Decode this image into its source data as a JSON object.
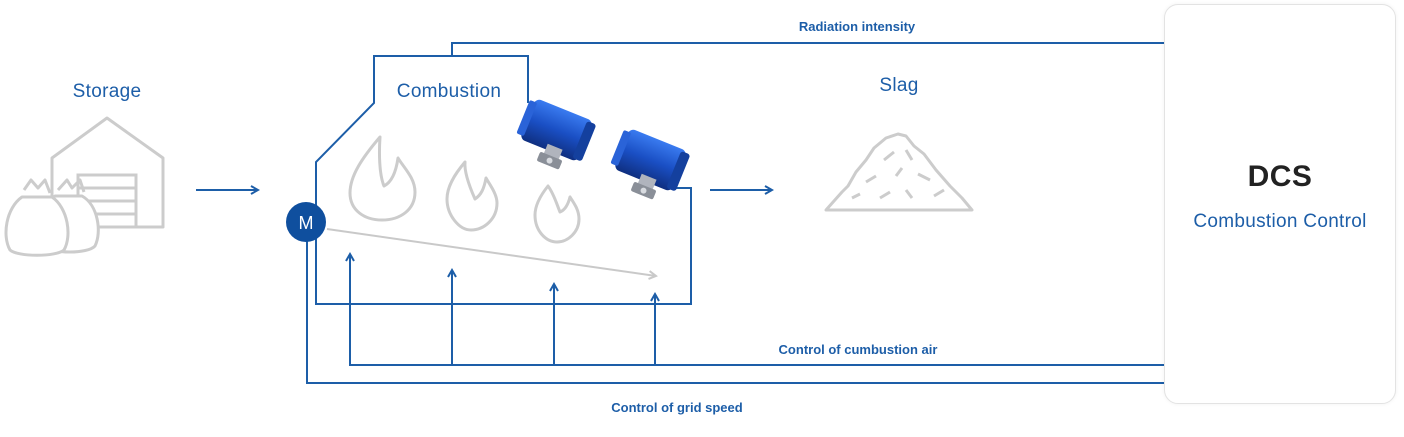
{
  "stages": {
    "storage": "Storage",
    "combustion": "Combustion",
    "slag": "Slag"
  },
  "motor_label": "M",
  "signals": {
    "radiation": "Radiation intensity",
    "air": "Control of cumbustion air",
    "grid": "Control of grid speed"
  },
  "dcs": {
    "title": "DCS",
    "subtitle": "Combustion Control"
  },
  "icons": [
    "warehouse-icon",
    "garbage-bags-icon",
    "flame-icon",
    "pyrometer-camera-icon",
    "slag-pile-icon",
    "motor-icon",
    "arrow-icon"
  ],
  "colors": {
    "accent": "#1d5ea8",
    "icon_grey": "#cccccc",
    "camera_blue": "#1a4fc4",
    "text_dark": "#222222"
  }
}
